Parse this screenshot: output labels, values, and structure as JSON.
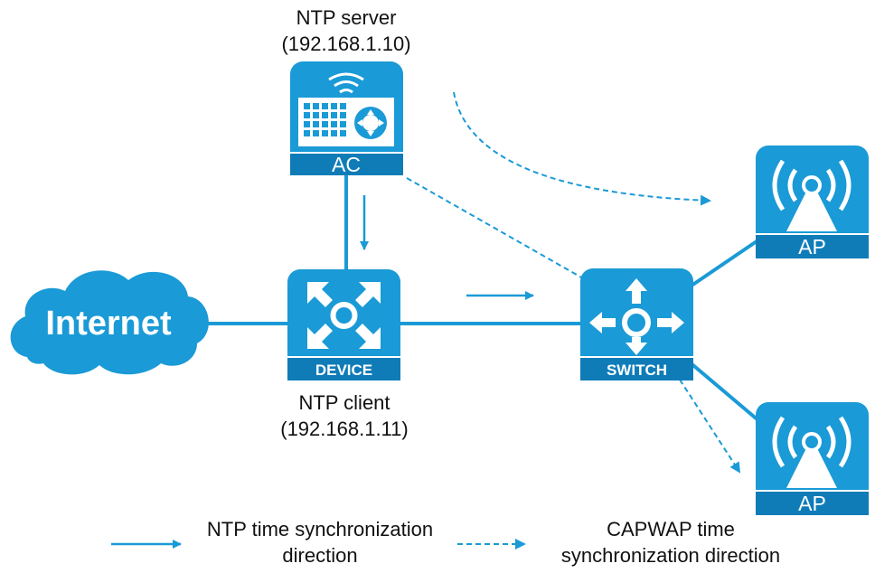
{
  "server": {
    "title": "NTP server",
    "ip": "(192.168.1.10)",
    "device_label": "AC"
  },
  "client": {
    "title": "NTP client",
    "ip": "(192.168.1.11)",
    "device_label": "DEVICE"
  },
  "internet": {
    "label": "Internet"
  },
  "switch": {
    "label": "SWITCH"
  },
  "ap_top": {
    "label": "AP"
  },
  "ap_bottom": {
    "label": "AP"
  },
  "legend": {
    "solid_line1": "NTP time synchronization",
    "solid_line2": "direction",
    "dashed_line1": "CAPWAP time",
    "dashed_line2": "synchronization direction"
  },
  "colors": {
    "device_blue": "#1a9ad6",
    "line_blue": "#1a9ad6",
    "cloud_blue": "#1a9ad6"
  }
}
